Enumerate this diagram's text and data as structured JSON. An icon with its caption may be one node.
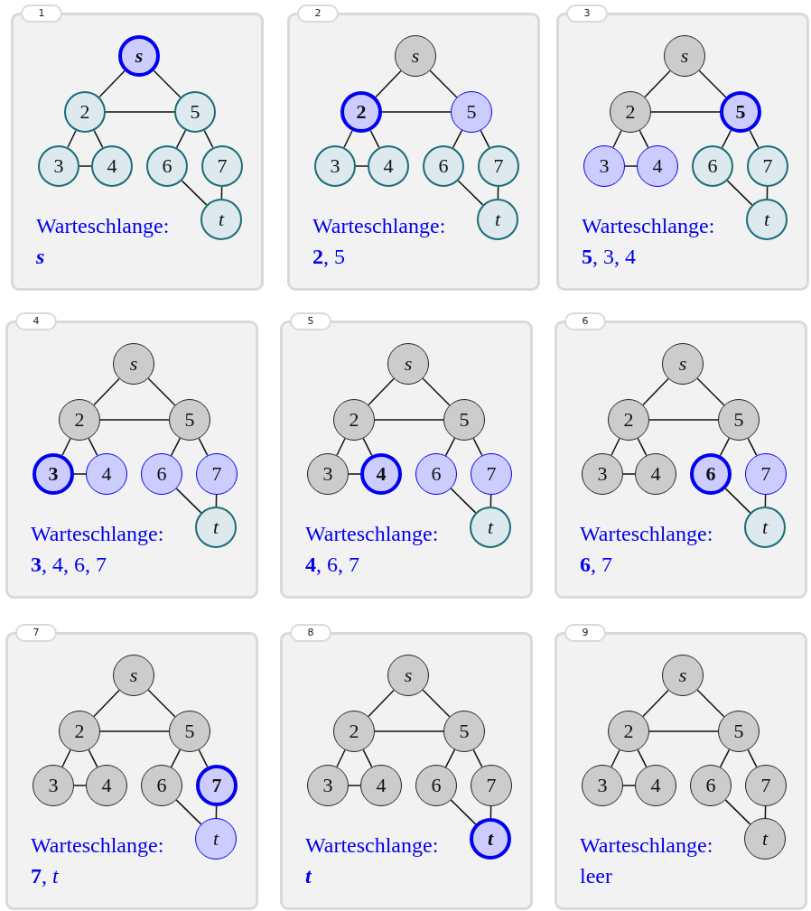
{
  "diagram": {
    "nodes": [
      {
        "text": [
          "1",
          "Warteschlange:",
          "*s*"
        ]
      },
      {
        "text": [
          "s"
        ],
        "in": 0
      },
      {
        "text": [
          "2"
        ],
        "in": 0
      },
      {
        "text": [
          "5"
        ],
        "in": 0
      },
      {
        "text": [
          "3"
        ],
        "in": 0
      },
      {
        "text": [
          "4"
        ],
        "in": 0
      },
      {
        "text": [
          "6"
        ],
        "in": 0
      },
      {
        "text": [
          "7"
        ],
        "in": 0
      },
      {
        "text": [
          "t"
        ],
        "in": 0
      },
      {
        "text": [
          "2",
          "Warteschlange:",
          "**2**, 5"
        ]
      },
      {
        "text": [
          "s"
        ],
        "in": 9
      },
      {
        "text": [
          "2"
        ],
        "in": 9
      },
      {
        "text": [
          "5"
        ],
        "in": 9
      },
      {
        "text": [
          "3"
        ],
        "in": 9
      },
      {
        "text": [
          "4"
        ],
        "in": 9
      },
      {
        "text": [
          "6"
        ],
        "in": 9
      },
      {
        "text": [
          "7"
        ],
        "in": 9
      },
      {
        "text": [
          "t"
        ],
        "in": 9
      },
      {
        "text": [
          "3",
          "Warteschlange:",
          "**5**, 3, 4"
        ]
      },
      {
        "text": [
          "s"
        ],
        "in": 18
      },
      {
        "text": [
          "2"
        ],
        "in": 18
      },
      {
        "text": [
          "5"
        ],
        "in": 18
      },
      {
        "text": [
          "3"
        ],
        "in": 18
      },
      {
        "text": [
          "4"
        ],
        "in": 18
      },
      {
        "text": [
          "6"
        ],
        "in": 18
      },
      {
        "text": [
          "7"
        ],
        "in": 18
      },
      {
        "text": [
          "t"
        ],
        "in": 18
      },
      {
        "text": [
          "4",
          "Warteschlange:",
          "**3**, 4, 6, 7"
        ]
      },
      {
        "text": [
          "s"
        ],
        "in": 27
      },
      {
        "text": [
          "2"
        ],
        "in": 27
      },
      {
        "text": [
          "5"
        ],
        "in": 27
      },
      {
        "text": [
          "3"
        ],
        "in": 27
      },
      {
        "text": [
          "4"
        ],
        "in": 27
      },
      {
        "text": [
          "6"
        ],
        "in": 27
      },
      {
        "text": [
          "7"
        ],
        "in": 27
      },
      {
        "text": [
          "t"
        ],
        "in": 27
      },
      {
        "text": [
          "5",
          "Warteschlange:",
          "**4**, 6, 7"
        ]
      },
      {
        "text": [
          "s"
        ],
        "in": 36
      },
      {
        "text": [
          "2"
        ],
        "in": 36
      },
      {
        "text": [
          "5"
        ],
        "in": 36
      },
      {
        "text": [
          "3"
        ],
        "in": 36
      },
      {
        "text": [
          "4"
        ],
        "in": 36
      },
      {
        "text": [
          "6"
        ],
        "in": 36
      },
      {
        "text": [
          "7"
        ],
        "in": 36
      },
      {
        "text": [
          "t"
        ],
        "in": 36
      },
      {
        "text": [
          "6",
          "Warteschlange:",
          "**6**, 7"
        ]
      },
      {
        "text": [
          "s"
        ],
        "in": 45
      },
      {
        "text": [
          "2"
        ],
        "in": 45
      },
      {
        "text": [
          "5"
        ],
        "in": 45
      },
      {
        "text": [
          "3"
        ],
        "in": 45
      },
      {
        "text": [
          "4"
        ],
        "in": 45
      },
      {
        "text": [
          "6"
        ],
        "in": 45
      },
      {
        "text": [
          "7"
        ],
        "in": 45
      },
      {
        "text": [
          "t"
        ],
        "in": 45
      },
      {
        "text": [
          "7",
          "Warteschlange:",
          "**7**, *t*"
        ]
      },
      {
        "text": [
          "s"
        ],
        "in": 54
      },
      {
        "text": [
          "2"
        ],
        "in": 54
      },
      {
        "text": [
          "5"
        ],
        "in": 54
      },
      {
        "text": [
          "3"
        ],
        "in": 54
      },
      {
        "text": [
          "4"
        ],
        "in": 54
      },
      {
        "text": [
          "6"
        ],
        "in": 54
      },
      {
        "text": [
          "7"
        ],
        "in": 54
      },
      {
        "text": [
          "t"
        ],
        "in": 54
      },
      {
        "text": [
          "8",
          "Warteschlange:",
          "*t*"
        ]
      },
      {
        "text": [
          "s"
        ],
        "in": 63
      },
      {
        "text": [
          "2"
        ],
        "in": 63
      },
      {
        "text": [
          "5"
        ],
        "in": 63
      },
      {
        "text": [
          "3"
        ],
        "in": 63
      },
      {
        "text": [
          "4"
        ],
        "in": 63
      },
      {
        "text": [
          "6"
        ],
        "in": 63
      },
      {
        "text": [
          "7"
        ],
        "in": 63
      },
      {
        "text": [
          "t"
        ],
        "in": 63
      },
      {
        "text": [
          "9",
          "Warteschlange:",
          "leer"
        ]
      },
      {
        "text": [
          "s"
        ],
        "in": 72
      },
      {
        "text": [
          "2"
        ],
        "in": 72
      },
      {
        "text": [
          "5"
        ],
        "in": 72
      },
      {
        "text": [
          "3"
        ],
        "in": 72
      },
      {
        "text": [
          "4"
        ],
        "in": 72
      },
      {
        "text": [
          "6"
        ],
        "in": 72
      },
      {
        "text": [
          "7"
        ],
        "in": 72
      },
      {
        "text": [
          "t"
        ],
        "in": 72
      }
    ],
    "edges": [
      {
        "from": 1,
        "to": 2,
        "arrow": "none"
      },
      {
        "from": 1,
        "to": 3,
        "arrow": "none"
      },
      {
        "from": 2,
        "to": 3,
        "arrow": "none"
      },
      {
        "from": 2,
        "to": 4,
        "arrow": "none"
      },
      {
        "from": 2,
        "to": 5,
        "arrow": "none"
      },
      {
        "from": 4,
        "to": 5,
        "arrow": "none"
      },
      {
        "from": 3,
        "to": 6,
        "arrow": "none"
      },
      {
        "from": 3,
        "to": 7,
        "arrow": "none"
      },
      {
        "from": 6,
        "to": 8,
        "arrow": "none"
      },
      {
        "from": 7,
        "to": 8,
        "arrow": "none"
      },
      {
        "from": 10,
        "to": 11,
        "arrow": "none"
      },
      {
        "from": 10,
        "to": 12,
        "arrow": "none"
      },
      {
        "from": 11,
        "to": 12,
        "arrow": "none"
      },
      {
        "from": 11,
        "to": 13,
        "arrow": "none"
      },
      {
        "from": 11,
        "to": 14,
        "arrow": "none"
      },
      {
        "from": 13,
        "to": 14,
        "arrow": "none"
      },
      {
        "from": 12,
        "to": 15,
        "arrow": "none"
      },
      {
        "from": 12,
        "to": 16,
        "arrow": "none"
      },
      {
        "from": 15,
        "to": 17,
        "arrow": "none"
      },
      {
        "from": 16,
        "to": 17,
        "arrow": "none"
      },
      {
        "from": 19,
        "to": 20,
        "arrow": "none"
      },
      {
        "from": 19,
        "to": 21,
        "arrow": "none"
      },
      {
        "from": 20,
        "to": 21,
        "arrow": "none"
      },
      {
        "from": 20,
        "to": 22,
        "arrow": "none"
      },
      {
        "from": 20,
        "to": 23,
        "arrow": "none"
      },
      {
        "from": 22,
        "to": 23,
        "arrow": "none"
      },
      {
        "from": 21,
        "to": 24,
        "arrow": "none"
      },
      {
        "from": 21,
        "to": 25,
        "arrow": "none"
      },
      {
        "from": 24,
        "to": 26,
        "arrow": "none"
      },
      {
        "from": 25,
        "to": 26,
        "arrow": "none"
      },
      {
        "from": 28,
        "to": 29,
        "arrow": "none"
      },
      {
        "from": 28,
        "to": 30,
        "arrow": "none"
      },
      {
        "from": 29,
        "to": 30,
        "arrow": "none"
      },
      {
        "from": 29,
        "to": 31,
        "arrow": "none"
      },
      {
        "from": 29,
        "to": 32,
        "arrow": "none"
      },
      {
        "from": 31,
        "to": 32,
        "arrow": "none"
      },
      {
        "from": 30,
        "to": 33,
        "arrow": "none"
      },
      {
        "from": 30,
        "to": 34,
        "arrow": "none"
      },
      {
        "from": 33,
        "to": 35,
        "arrow": "none"
      },
      {
        "from": 34,
        "to": 35,
        "arrow": "none"
      },
      {
        "from": 37,
        "to": 38,
        "arrow": "none"
      },
      {
        "from": 37,
        "to": 39,
        "arrow": "none"
      },
      {
        "from": 38,
        "to": 39,
        "arrow": "none"
      },
      {
        "from": 38,
        "to": 40,
        "arrow": "none"
      },
      {
        "from": 38,
        "to": 41,
        "arrow": "none"
      },
      {
        "from": 40,
        "to": 41,
        "arrow": "none"
      },
      {
        "from": 39,
        "to": 42,
        "arrow": "none"
      },
      {
        "from": 39,
        "to": 43,
        "arrow": "none"
      },
      {
        "from": 42,
        "to": 44,
        "arrow": "none"
      },
      {
        "from": 43,
        "to": 44,
        "arrow": "none"
      },
      {
        "from": 46,
        "to": 47,
        "arrow": "none"
      },
      {
        "from": 46,
        "to": 48,
        "arrow": "none"
      },
      {
        "from": 47,
        "to": 48,
        "arrow": "none"
      },
      {
        "from": 47,
        "to": 49,
        "arrow": "none"
      },
      {
        "from": 47,
        "to": 50,
        "arrow": "none"
      },
      {
        "from": 49,
        "to": 50,
        "arrow": "none"
      },
      {
        "from": 48,
        "to": 51,
        "arrow": "none"
      },
      {
        "from": 48,
        "to": 52,
        "arrow": "none"
      },
      {
        "from": 51,
        "to": 53,
        "arrow": "none"
      },
      {
        "from": 52,
        "to": 53,
        "arrow": "none"
      },
      {
        "from": 55,
        "to": 56,
        "arrow": "none"
      },
      {
        "from": 55,
        "to": 57,
        "arrow": "none"
      },
      {
        "from": 56,
        "to": 57,
        "arrow": "none"
      },
      {
        "from": 56,
        "to": 58,
        "arrow": "none"
      },
      {
        "from": 56,
        "to": 59,
        "arrow": "none"
      },
      {
        "from": 58,
        "to": 59,
        "arrow": "none"
      },
      {
        "from": 57,
        "to": 60,
        "arrow": "none"
      },
      {
        "from": 57,
        "to": 61,
        "arrow": "none"
      },
      {
        "from": 60,
        "to": 62,
        "arrow": "none"
      },
      {
        "from": 61,
        "to": 62,
        "arrow": "none"
      },
      {
        "from": 64,
        "to": 65,
        "arrow": "none"
      },
      {
        "from": 64,
        "to": 66,
        "arrow": "none"
      },
      {
        "from": 65,
        "to": 66,
        "arrow": "none"
      },
      {
        "from": 65,
        "to": 67,
        "arrow": "none"
      },
      {
        "from": 65,
        "to": 68,
        "arrow": "none"
      },
      {
        "from": 67,
        "to": 68,
        "arrow": "none"
      },
      {
        "from": 66,
        "to": 69,
        "arrow": "none"
      },
      {
        "from": 66,
        "to": 70,
        "arrow": "none"
      },
      {
        "from": 69,
        "to": 71,
        "arrow": "none"
      },
      {
        "from": 70,
        "to": 71,
        "arrow": "none"
      },
      {
        "from": 73,
        "to": 74,
        "arrow": "none"
      },
      {
        "from": 73,
        "to": 75,
        "arrow": "none"
      },
      {
        "from": 74,
        "to": 75,
        "arrow": "none"
      },
      {
        "from": 74,
        "to": 76,
        "arrow": "none"
      },
      {
        "from": 74,
        "to": 77,
        "arrow": "none"
      },
      {
        "from": 76,
        "to": 77,
        "arrow": "none"
      },
      {
        "from": 75,
        "to": 78,
        "arrow": "none"
      },
      {
        "from": 75,
        "to": 79,
        "arrow": "none"
      },
      {
        "from": 78,
        "to": 80,
        "arrow": "none"
      },
      {
        "from": 79,
        "to": 80,
        "arrow": "none"
      }
    ]
  }
}
